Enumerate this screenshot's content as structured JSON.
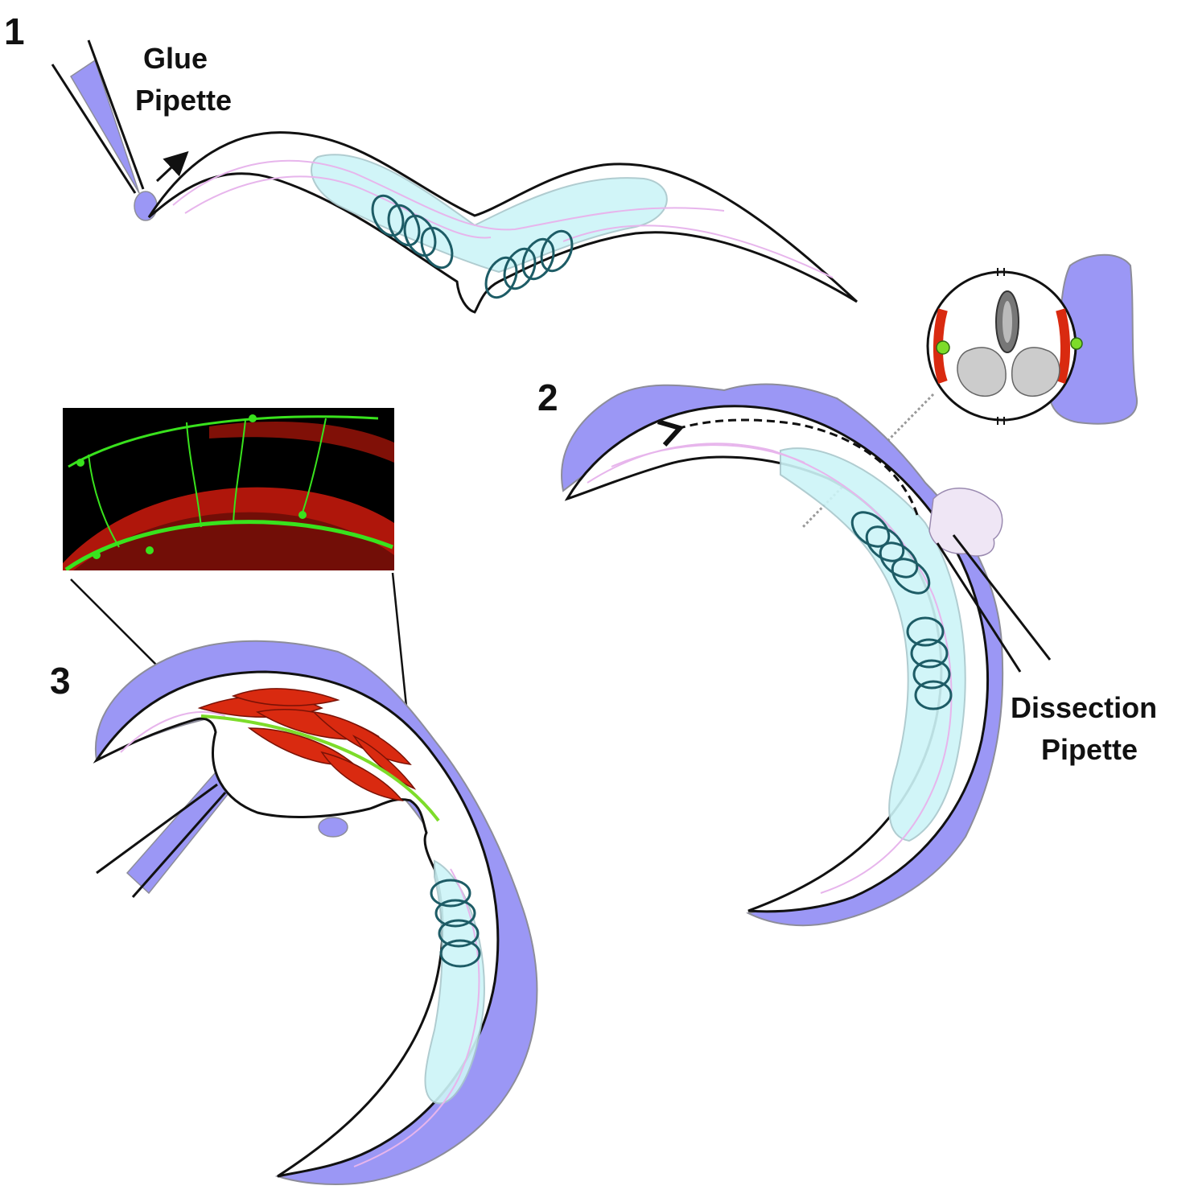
{
  "panels": [
    {
      "step": "1"
    },
    {
      "step": "2"
    },
    {
      "step": "3"
    }
  ],
  "labels": {
    "glue_pipette": [
      "Glue",
      "Pipette"
    ],
    "dissection_pipette": [
      "Dissection",
      "Pipette"
    ]
  },
  "colors": {
    "glue": "#9b97f5",
    "glue_edge": "#8d8d9a",
    "gut": "#cdf5f8",
    "gut_edge": "#a8c7cc",
    "gonad": "#e7b5ec",
    "oocyte": "#1d5c66",
    "muscle": "#d92a10",
    "neuron": "#7ddc2a",
    "micrograph_bg": "#000000"
  },
  "icons": {
    "cross_section": "worm-cross-section-icon",
    "micrograph": "fluorescence-micrograph-image"
  }
}
